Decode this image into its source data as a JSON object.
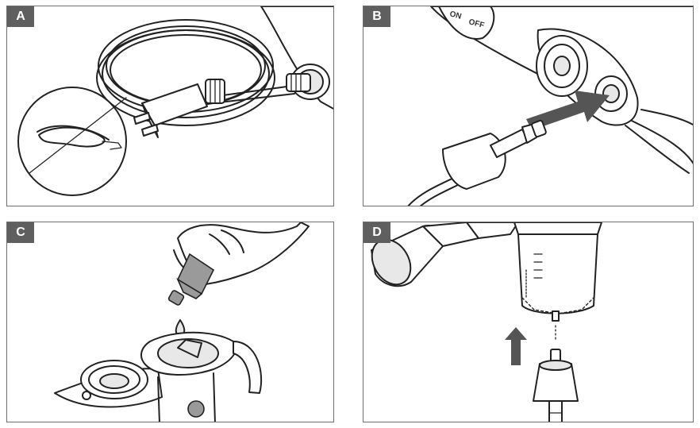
{
  "panels": [
    {
      "label": "A"
    },
    {
      "label": "B",
      "switch_on": "ON",
      "switch_off": "OFF"
    },
    {
      "label": "C"
    },
    {
      "label": "D"
    }
  ],
  "colors": {
    "border": "#6e6e6e",
    "badge": "#5f5f5f",
    "arrow": "#555555",
    "line": "#222222"
  }
}
